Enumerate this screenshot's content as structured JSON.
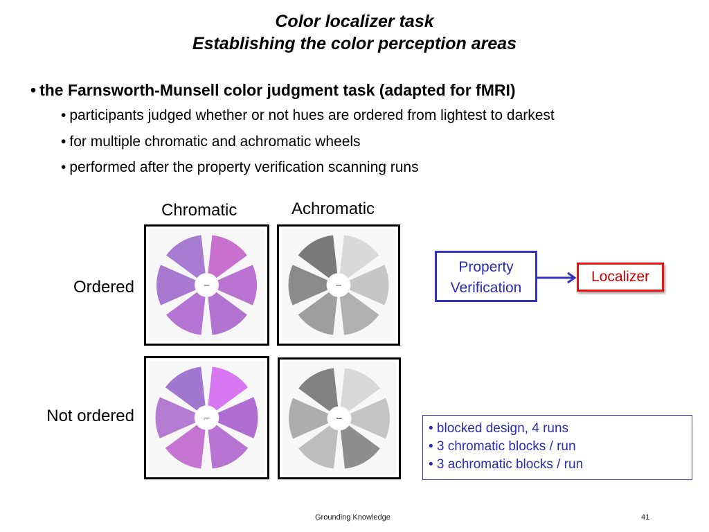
{
  "slide": {
    "title_line1": "Color localizer task",
    "title_line2": "Establishing the color perception areas",
    "main_bullet": "the Farnsworth-Munsell color judgment task (adapted for fMRI)",
    "sub_bullets": [
      "participants judged whether or not hues are ordered from lightest to darkest",
      "for multiple chromatic and achromatic wheels",
      "performed after the property verification scanning runs"
    ],
    "bullet_char": "•"
  },
  "figure": {
    "col_labels": [
      "Chromatic",
      "Achromatic"
    ],
    "row_labels": [
      "Ordered",
      "Not ordered"
    ],
    "center_mark": "–",
    "wheels": {
      "chromatic_ordered": [
        "#a77bd0",
        "#c96fcd",
        "#b974d2",
        "#b272d0",
        "#b675d4",
        "#a978d1"
      ],
      "achromatic_ordered": [
        "#7a7a7a",
        "#d9d9d9",
        "#c6c6c6",
        "#b0b0b0",
        "#9e9e9e",
        "#8b8b8b"
      ],
      "chromatic_not_ordered": [
        "#a177cf",
        "#d977f2",
        "#b06ed2",
        "#b874d2",
        "#c574d2",
        "#b57ad2"
      ],
      "achromatic_not_ordered": [
        "#818181",
        "#d8d8d8",
        "#c4c4c4",
        "#8e8e8e",
        "#bdbdbd",
        "#adadad"
      ]
    }
  },
  "flow": {
    "property_verification": "Property\nVerification",
    "localizer": "Localizer"
  },
  "info": {
    "items": [
      "• blocked design, 4 runs",
      "• 3 chromatic blocks / run",
      "• 3 achromatic blocks / run"
    ]
  },
  "footer": {
    "left": "Grounding Knowledge",
    "page_number": "41"
  },
  "colors": {
    "blue_accent": "#2b2bb0",
    "red_accent": "#cc0000"
  }
}
